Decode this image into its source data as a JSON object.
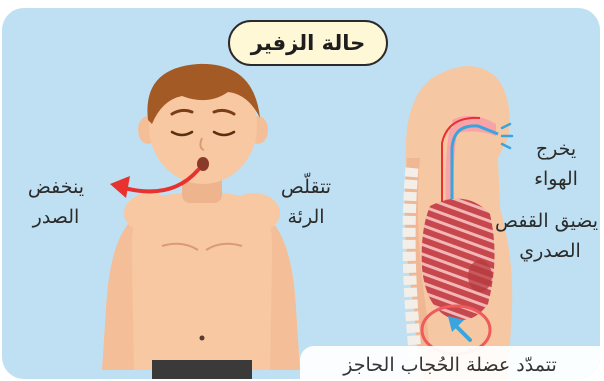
{
  "title": "حالة الزفير",
  "labels": {
    "chest_falls": [
      "ينخفض",
      "الصدر"
    ],
    "lung_contracts": [
      "تتقلّص",
      "الرئة"
    ],
    "air_exits": [
      "يخرج",
      "الهواء"
    ],
    "ribcage_narrows": [
      "يضيق القفص",
      "الصدري"
    ],
    "diaphragm": "تتمدّد عضلة الحُجاب الحاجز"
  },
  "colors": {
    "panel_background": "#bfe0f2",
    "title_fill": "#fff8d6",
    "skin": "#f7c8a2",
    "hair": "#a45a24",
    "shorts": "#3a3a3a",
    "lungs": "#c6474c",
    "exhale_arrow": "#e8322e",
    "air_flow": "#3aa5dc"
  }
}
